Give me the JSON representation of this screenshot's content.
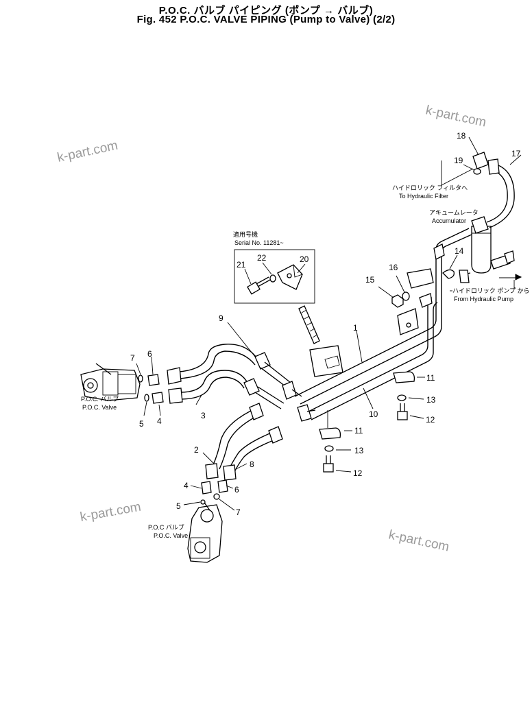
{
  "header": {
    "title_jp": "P.O.C. バルブ パイピング (ポンプ → バルブ)",
    "title_en": "Fig. 452 P.O.C. VALVE PIPING (Pump to Valve) (2/2)"
  },
  "labels": {
    "serial_jp": "適用号機",
    "serial_en": "Serial No. 11281~",
    "filter_jp": "ハイドロリック フィルタへ",
    "filter_en": "To Hydraulic Filter",
    "accum_jp": "アキュームレータ",
    "accum_en": "Accumulator",
    "pump_jp": "ハイドロリック ポンプ から",
    "pump_en": "From Hydraulic Pump",
    "valve1_jp": "P.O.C. バルブ",
    "valve1_en": "P.O.C. Valve",
    "valve2_jp": "P.O.C バルブ",
    "valve2_en": "P.O.C. Valve"
  },
  "watermark": "k-part.com",
  "callouts": {
    "n1": "1",
    "n2": "2",
    "n3": "3",
    "n4": "4",
    "n5a": "5",
    "n5b": "5",
    "n6a": "6",
    "n6b": "6",
    "n7a": "7",
    "n7b": "7",
    "n8": "8",
    "n9": "9",
    "n10": "10",
    "n11a": "11",
    "n11b": "11",
    "n12a": "12",
    "n12b": "12",
    "n13a": "13",
    "n13b": "13",
    "n14": "14",
    "n15": "15",
    "n16": "16",
    "n17": "17",
    "n18": "18",
    "n19": "19",
    "n20": "20",
    "n21": "21",
    "n22": "22"
  }
}
